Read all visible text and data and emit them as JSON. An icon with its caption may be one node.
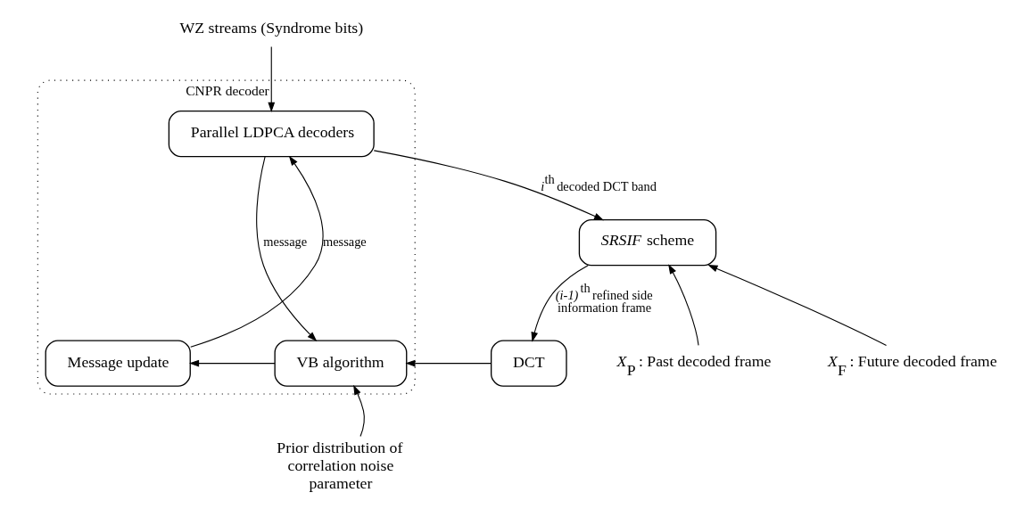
{
  "diagram": {
    "nodes": [
      {
        "text": [
          "CNPR decoder"
        ]
      },
      {
        "text": [
          "Parallel LDPCA decoders"
        ],
        "in": 0
      },
      {
        "text": [
          "Message update"
        ],
        "in": 0
      },
      {
        "text": [
          "VB algorithm"
        ],
        "in": 0
      },
      {
        "text": [
          "DCT"
        ]
      },
      {
        "text": [
          "*SRSIF* scheme"
        ]
      },
      {
        "text": [
          "WZ streams (Syndrome bits)"
        ]
      },
      {
        "text": [
          "Prior distribution of correlation noise parameter"
        ]
      },
      {
        "text": [
          "*X*$_{P}$ : Past decoded frame"
        ]
      },
      {
        "text": [
          "*X*$_{F}$ : Future decoded frame"
        ]
      }
    ],
    "edges": [
      {
        "from": 6,
        "to": 1,
        "arrow": "to"
      },
      {
        "from": 2,
        "to": 1,
        "arrow": "to",
        "label": "message"
      },
      {
        "from": 1,
        "to": 3,
        "arrow": "to",
        "label": "message"
      },
      {
        "from": 3,
        "to": 2,
        "arrow": "to"
      },
      {
        "from": 4,
        "to": 3,
        "arrow": "to"
      },
      {
        "from": 5,
        "to": 4,
        "arrow": "to",
        "label": "*(i-1)*$^{th}$ refined side information frame"
      },
      {
        "from": 7,
        "to": 3,
        "arrow": "to"
      },
      {
        "from": 1,
        "to": 5,
        "arrow": "to",
        "label": "*i*$^{th}$ decoded DCT band"
      },
      {
        "from": 8,
        "to": 5,
        "arrow": "to"
      },
      {
        "from": 9,
        "to": 5,
        "arrow": "to"
      }
    ]
  }
}
